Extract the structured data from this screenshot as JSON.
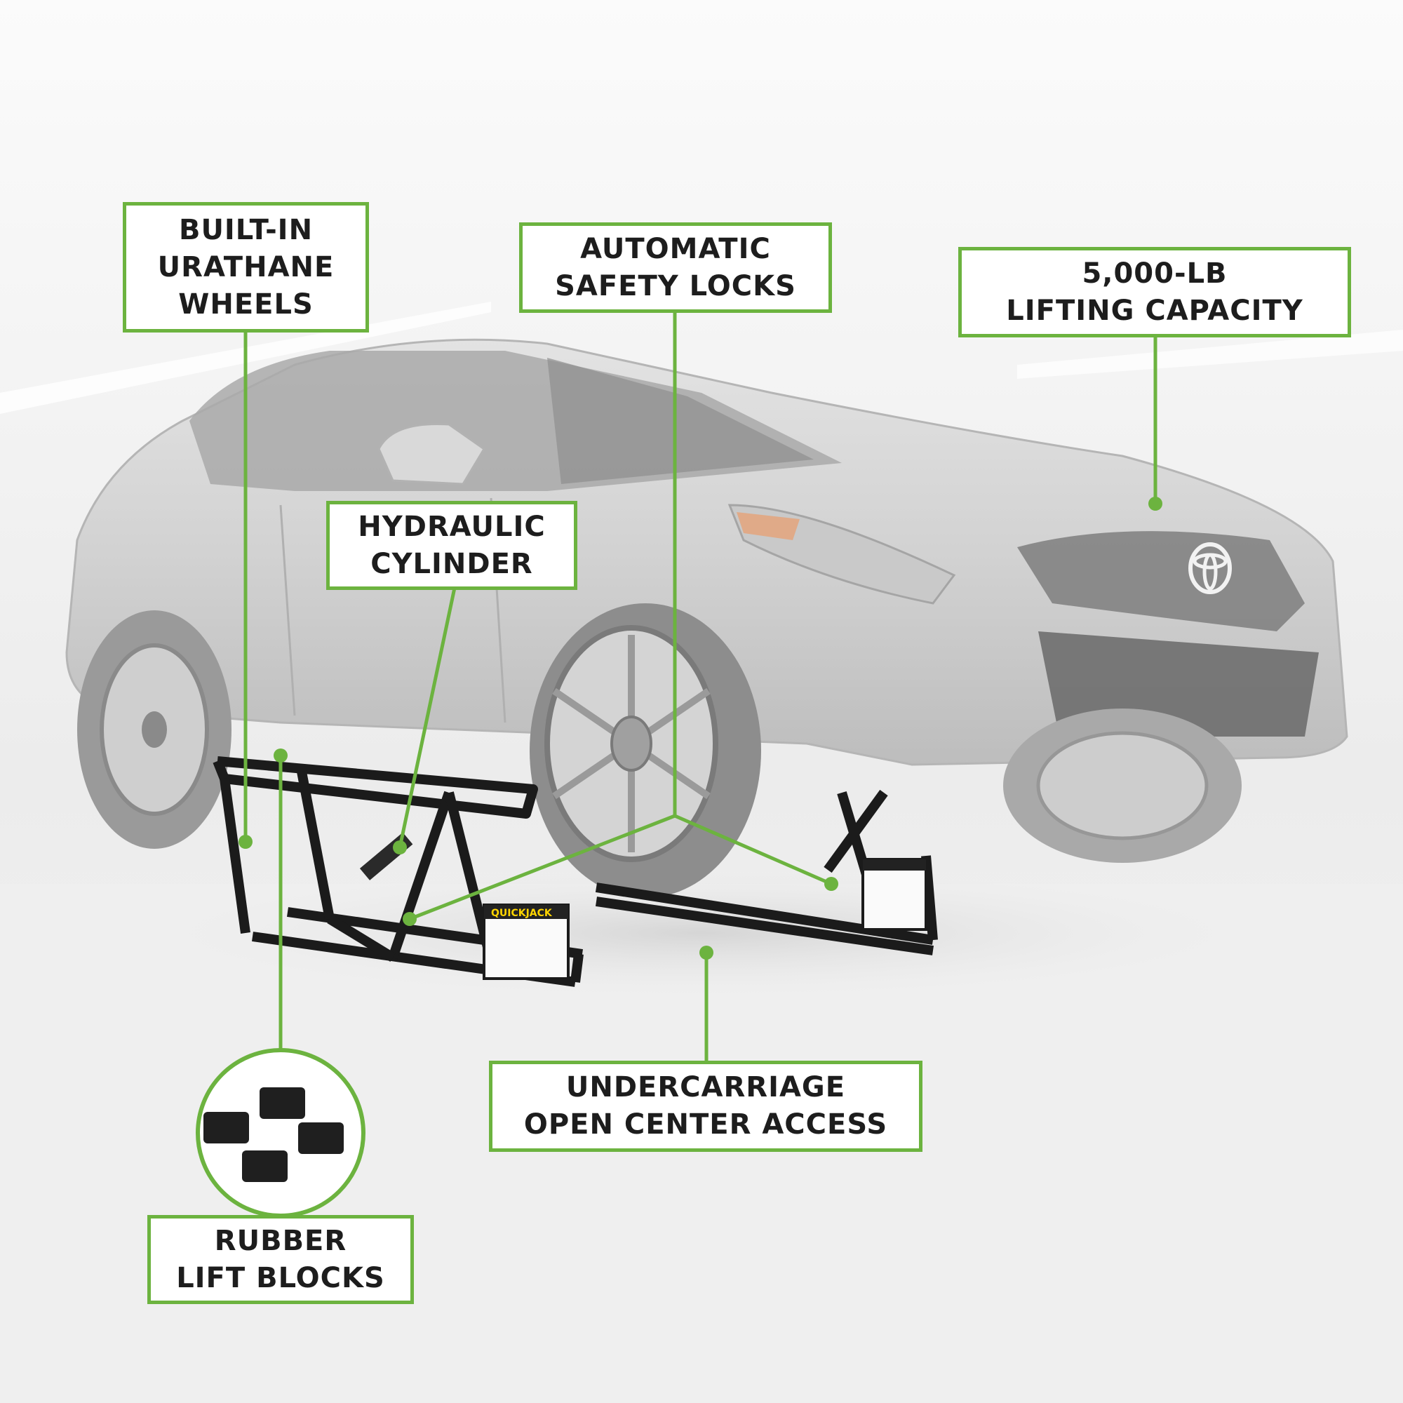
{
  "accent_color": "#6cb33f",
  "callouts": {
    "wheels": {
      "line1": "BUILT-IN",
      "line2": "URATHANE",
      "line3": "WHEELS"
    },
    "locks": {
      "line1": "AUTOMATIC",
      "line2": "SAFETY LOCKS"
    },
    "capacity": {
      "line1": "5,000-LB",
      "line2": "LIFTING CAPACITY"
    },
    "cylinder": {
      "line1": "HYDRAULIC",
      "line2": "CYLINDER"
    },
    "access": {
      "line1": "UNDERCARRIAGE",
      "line2": "OPEN CENTER ACCESS"
    },
    "blocks": {
      "line1": "RUBBER",
      "line2": "LIFT BLOCKS"
    }
  },
  "car": {
    "brand_icon": "toyota-logo-icon"
  },
  "jack_decal": {
    "brand": "QUICKJACK"
  }
}
